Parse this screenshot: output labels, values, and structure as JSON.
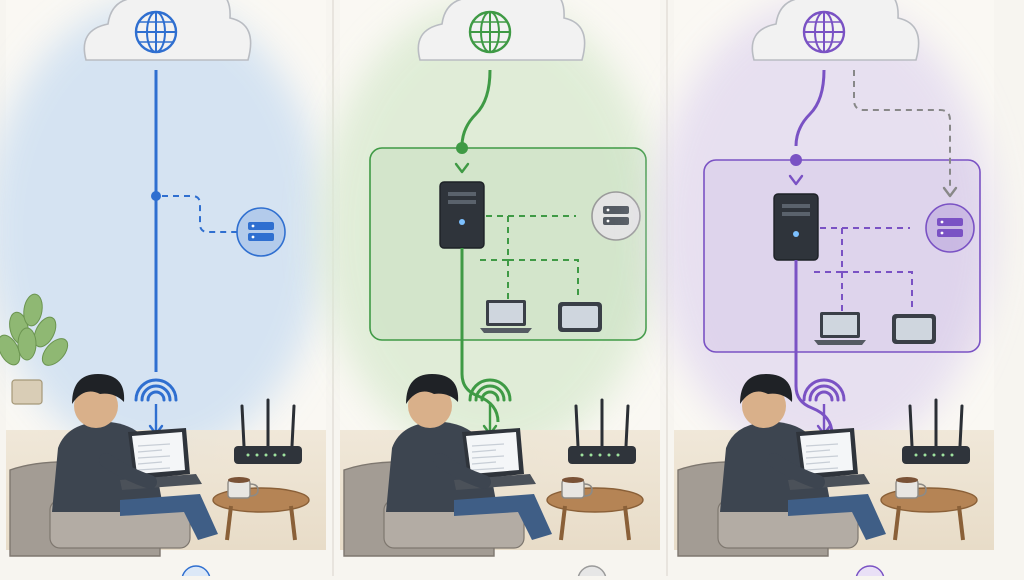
{
  "panels": [
    {
      "id": "panel-1",
      "accent": "#2f6fd0",
      "wash": "#cfe0f2",
      "has_gateway": false,
      "server_style": "badge"
    },
    {
      "id": "panel-2",
      "accent": "#3f9a45",
      "wash": "#dcebd3",
      "has_gateway": true,
      "server_style": "badge-gray"
    },
    {
      "id": "panel-3",
      "accent": "#7a52c4",
      "wash": "#e4dcf0",
      "has_gateway": true,
      "server_style": "badge"
    }
  ],
  "icons": {
    "cloud": "cloud-icon",
    "globe": "globe-icon",
    "wifi": "wifi-icon",
    "server": "server-icon",
    "tower": "tower-pc-icon",
    "laptop": "laptop-icon",
    "tablet": "tablet-icon",
    "router": "router-icon",
    "person": "person-icon",
    "mug": "coffee-mug-icon",
    "plant": "plant-icon",
    "sofa": "armchair-icon",
    "table": "side-table-icon"
  },
  "colors": {
    "page": "#f7f5f0",
    "hoodie": "#3d4550",
    "hair": "#1f2226",
    "sofa": "#a39c94",
    "table": "#b58455",
    "device": "#3a3f47",
    "divider": "#d8d4cc"
  }
}
